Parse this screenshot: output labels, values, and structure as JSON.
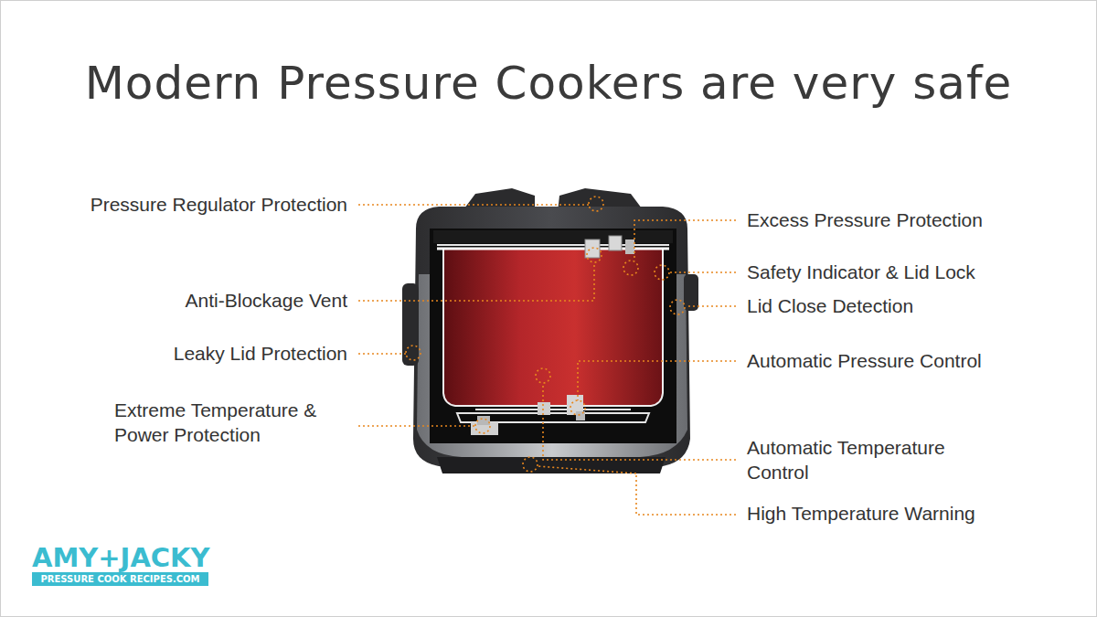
{
  "diagram": {
    "title": "Modern Pressure Cookers are very safe",
    "labels": [
      "Pressure Regulator Protection",
      "Excess Pressure Protection",
      "Safety Indicator & Lid Lock",
      "Anti-Blockage Vent",
      "Lid Close Detection",
      "Leaky Lid Protection",
      "Automatic Pressure Control",
      "Extreme Temperature & Power Protection",
      "Automatic Temperature Control",
      "High Temperature Warning",
      "AMY+JACKY",
      "PRESSURE COOK RECIPES.COM"
    ]
  }
}
